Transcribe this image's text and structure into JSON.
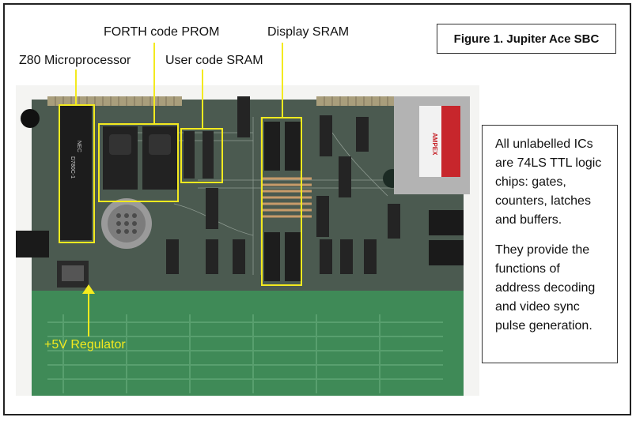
{
  "figure_title": "Figure 1. Jupiter Ace SBC",
  "labels": {
    "z80": "Z80 Microprocessor",
    "forth_prom": "FORTH code PROM",
    "user_sram": "User code SRAM",
    "display_sram": "Display SRAM",
    "regulator": "+5V Regulator"
  },
  "note": {
    "paragraph1": "All unlabelled ICs are 74LS TTL logic chips: gates, counters, latches and buffers.",
    "paragraph2": "They provide the functions of address decoding and video sync pulse generation."
  },
  "photo_chip_text": {
    "cpu_brand": "NEC",
    "cpu_part": "D780C-1",
    "cassette_brand": "AMPEX"
  },
  "colors": {
    "callout": "#f3ea1f",
    "pcb_green": "#3f8a57",
    "pcb_mask": "#4a5a4e",
    "background": "#ffffff"
  }
}
